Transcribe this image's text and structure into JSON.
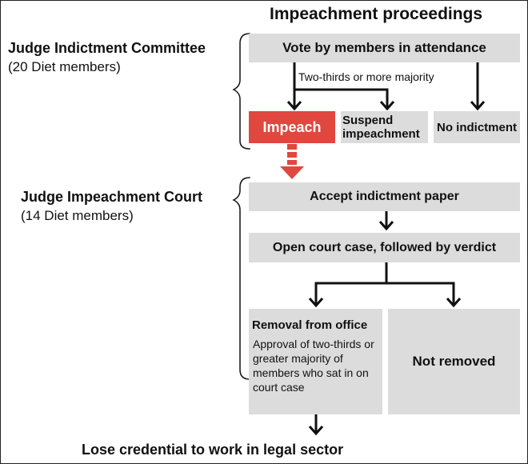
{
  "title": "Impeachment proceedings",
  "committee": {
    "name": "Judge Indictment Committee",
    "members": "(20 Diet members)",
    "vote_box": "Vote by members in attendance",
    "majority_note": "Two-thirds or more majority",
    "impeach": "Impeach",
    "suspend": "Suspend impeachment",
    "no_indictment": "No indictment"
  },
  "court": {
    "name": "Judge Impeachment Court",
    "members": "(14 Diet members)",
    "accept": "Accept indictment paper",
    "open_case": "Open court case, followed by verdict",
    "removal": "Removal from office",
    "removal_condition": "Approval of two-thirds or greater majority of members who sat in on court case",
    "not_removed": "Not removed"
  },
  "outcome": "Lose credential to work in legal sector",
  "colors": {
    "box_gray": "#dcdcdc",
    "impeach_red": "#e0473e",
    "line": "#111111"
  }
}
